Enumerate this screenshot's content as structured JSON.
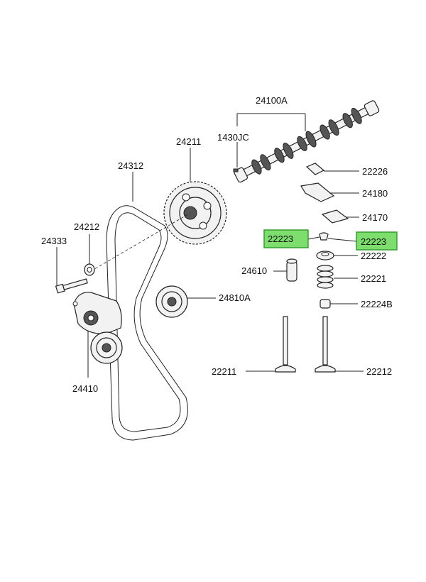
{
  "colors": {
    "highlight_fill": "#7dde6e",
    "highlight_border": "#2e9a2a",
    "line": "#222222",
    "background": "#ffffff"
  },
  "labels": {
    "camshaft": "24100A",
    "camshaft_pin": "1430JC",
    "timing_belt": "24312",
    "cam_sprocket": "24211",
    "washer": "24212",
    "bolt": "24333",
    "tensioner": "24410",
    "idler_pulley": "24810A",
    "valve_spring_retainer_lock_upper": "22226",
    "rocker_arm": "24180",
    "rocker_arm_lower": "24170",
    "retainer_lock_left": "22223",
    "retainer_lock_right": "22223",
    "spring_retainer": "22222",
    "lash_adjuster": "24610",
    "valve_spring": "22221",
    "valve_stem_seal": "22224B",
    "intake_valve": "22211",
    "exhaust_valve": "22212"
  }
}
